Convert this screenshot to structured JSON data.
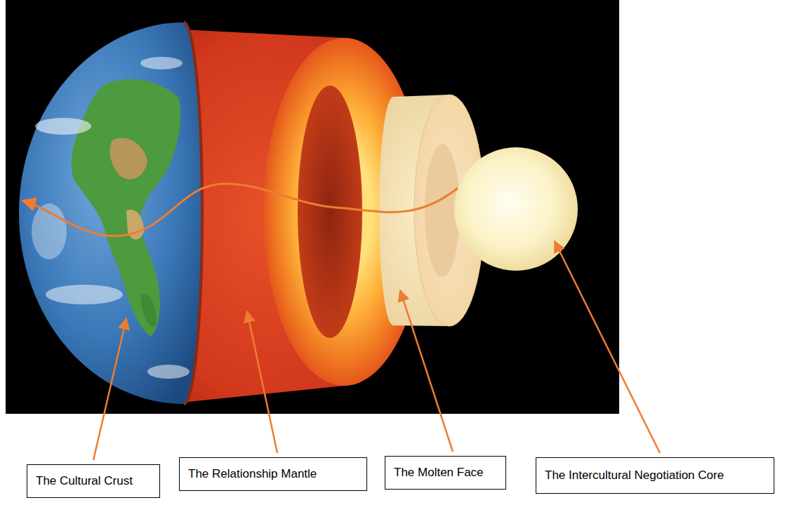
{
  "diagram": {
    "nodes": [
      {
        "text": [
          "The Cultural Crust"
        ]
      },
      {
        "text": [
          "The Relationship Mantle"
        ]
      },
      {
        "text": [
          "The Molten Face"
        ]
      },
      {
        "text": [
          "The Intercultural Negotiation Core"
        ]
      }
    ]
  }
}
